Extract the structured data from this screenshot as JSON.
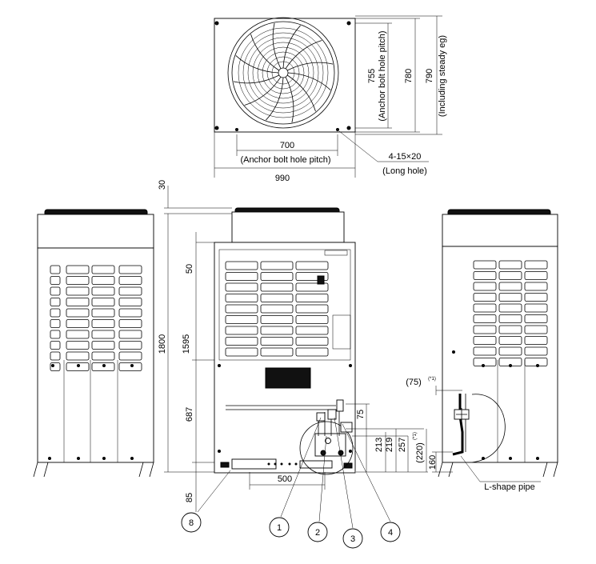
{
  "top_view": {
    "dim_700": "700",
    "dim_700_note": "(Anchor bolt hole pitch)",
    "dim_990": "990",
    "dim_755": "755",
    "dim_755_note": "(Anchor bolt hole pitch)",
    "dim_780": "780",
    "dim_790": "790",
    "dim_790_note": "(Including steady eg)",
    "hole_spec": "4-15×20",
    "hole_note": "(Long hole)"
  },
  "front_view": {
    "dim_30": "30",
    "dim_50": "50",
    "dim_1800": "1800",
    "dim_1595": "1595",
    "dim_687": "687",
    "dim_85": "85",
    "dim_500": "500",
    "dim_75": "75",
    "dim_213": "213",
    "dim_219": "219",
    "dim_257": "257",
    "dim_220": "(220)",
    "dim_220_note": "(*1)"
  },
  "side_view": {
    "dim_75": "(75)",
    "dim_75_note": "(*1)",
    "dim_160": "160",
    "pipe_label": "L-shape pipe"
  },
  "callouts": [
    "8",
    "1",
    "2",
    "3",
    "4"
  ]
}
